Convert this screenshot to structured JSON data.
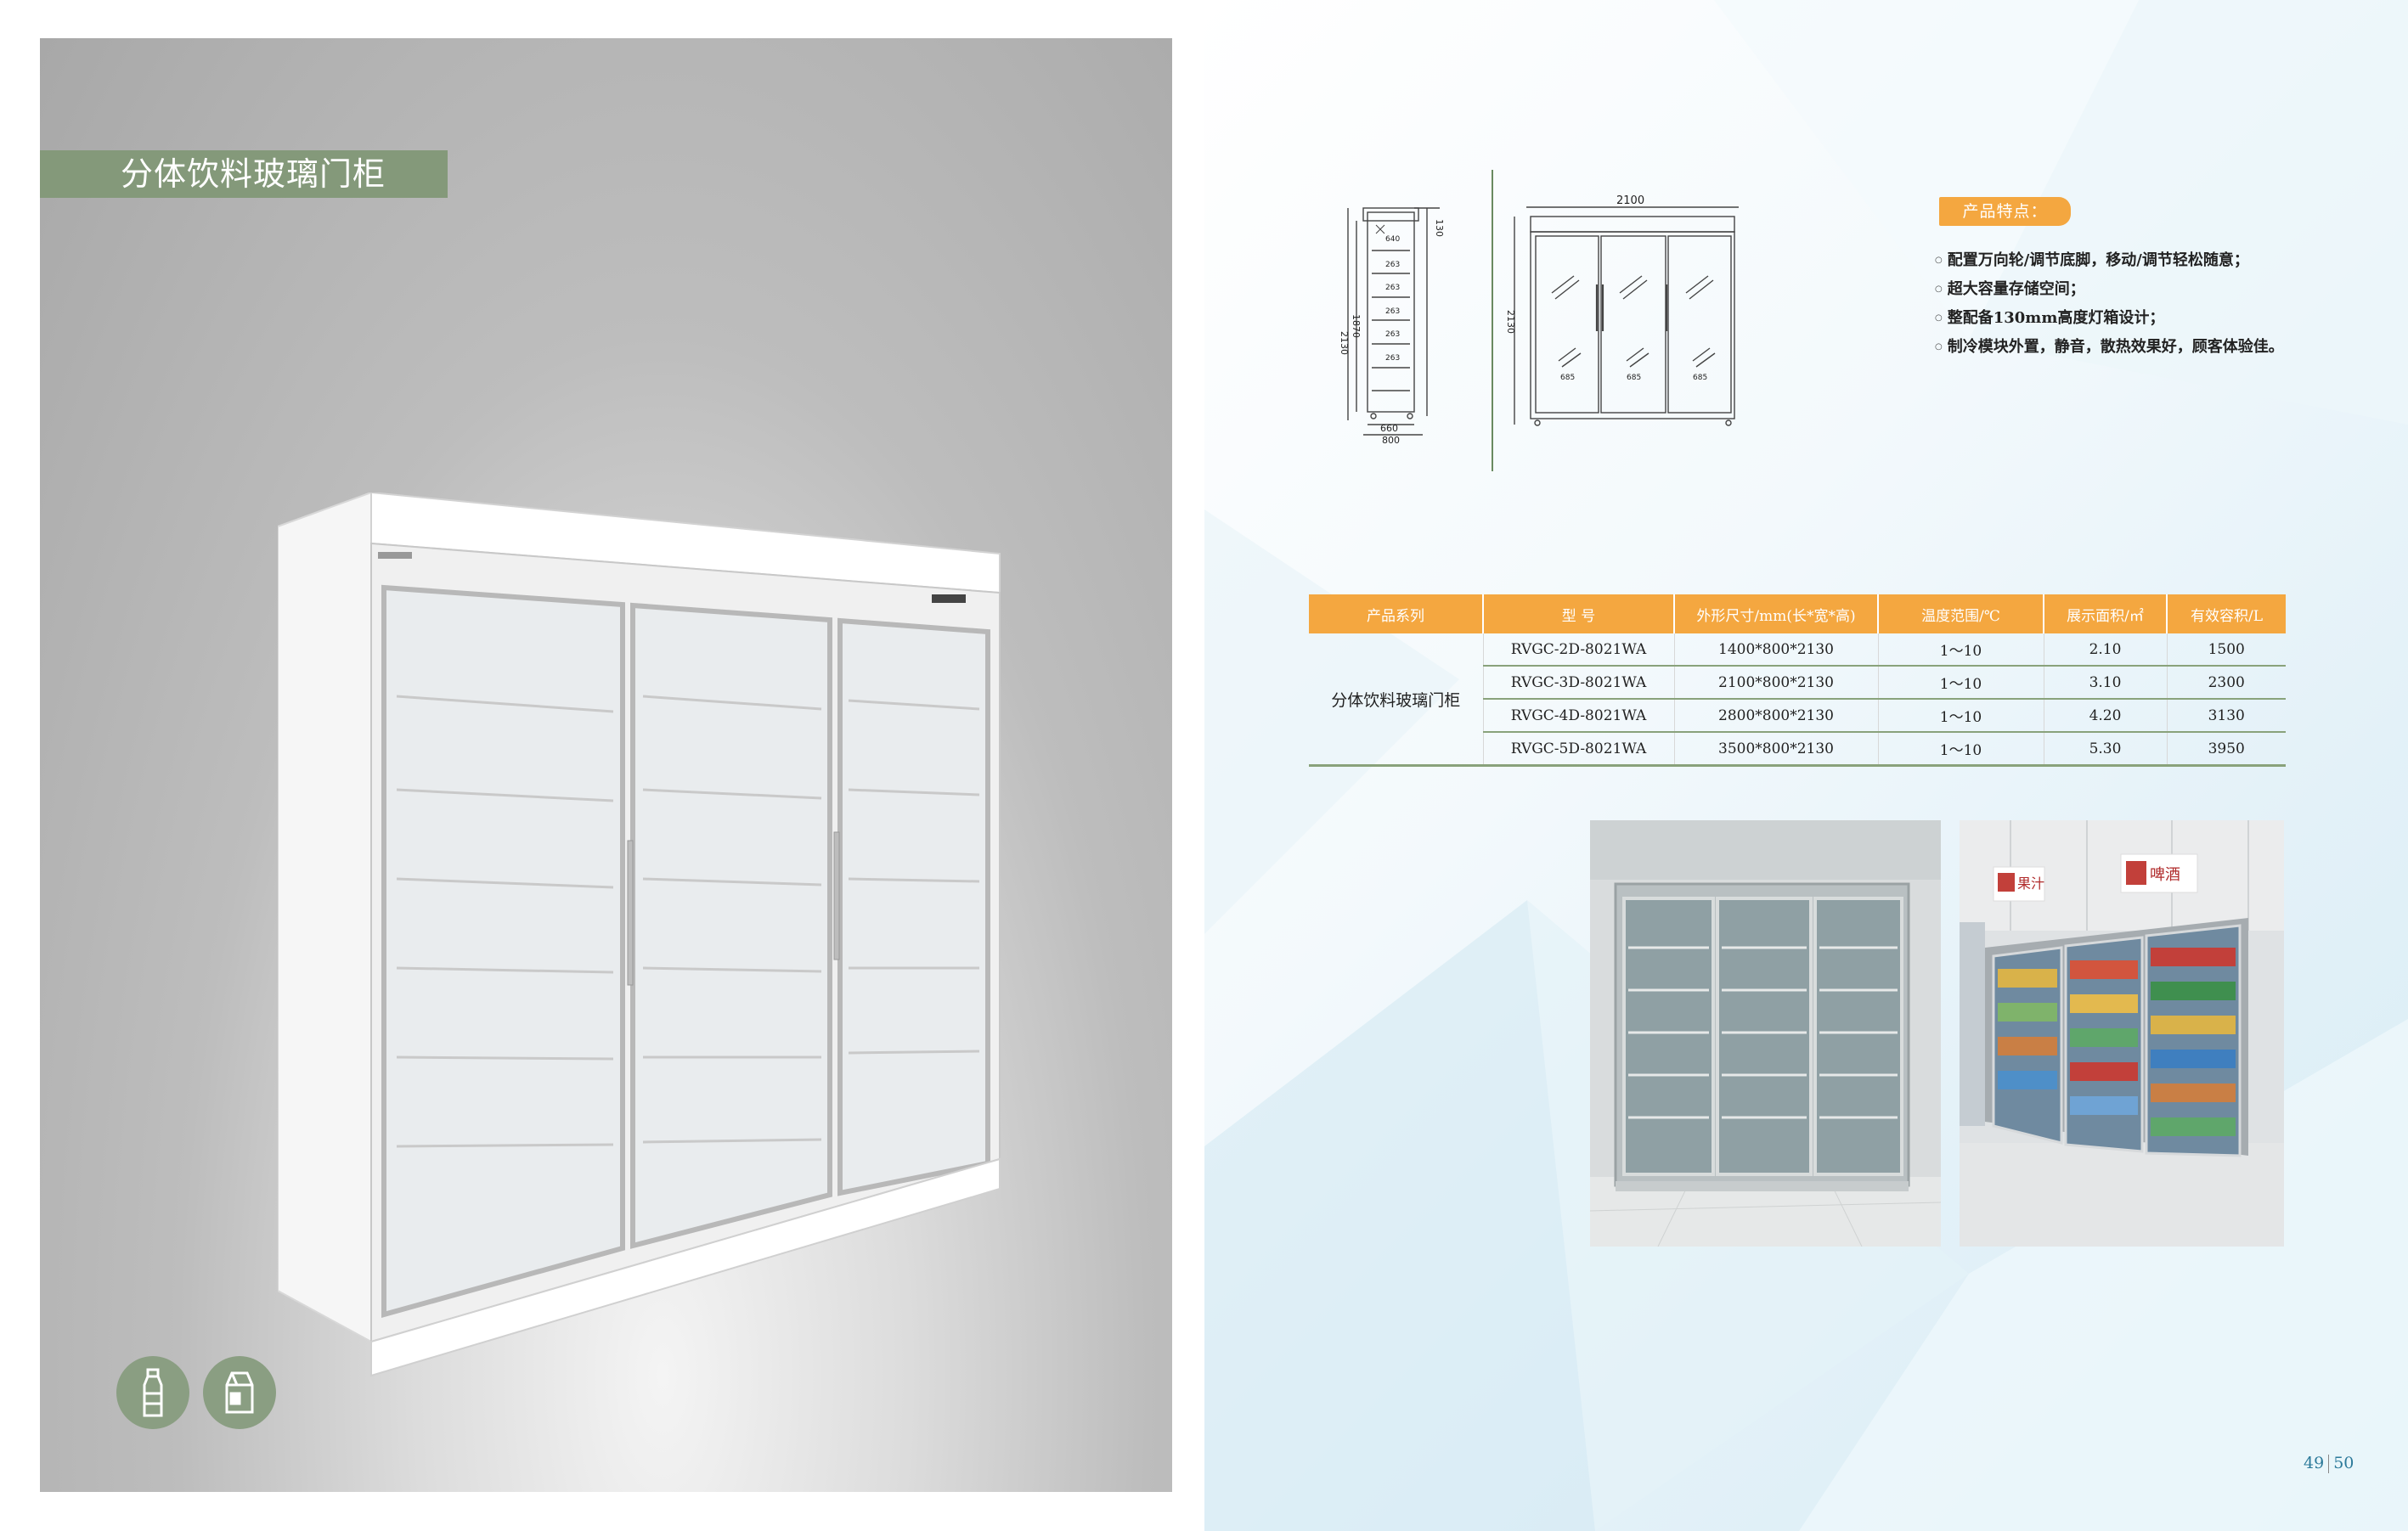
{
  "page": {
    "title": "分体饮料玻璃门柜",
    "page_left": "49",
    "page_right": "50"
  },
  "drawing": {
    "side_top_dim": "130",
    "side_height_inner": "1870",
    "side_height_total": "2130",
    "side_shelf_spacing": [
      "263",
      "263",
      "263",
      "263",
      "263"
    ],
    "side_top_gap": "640",
    "side_depth_inner": "660",
    "side_depth_total": "800",
    "front_width": "2100",
    "front_height": "2130",
    "front_door_widths": [
      "685",
      "685",
      "685"
    ]
  },
  "features": {
    "badge": "产品特点：",
    "items": [
      "配置万向轮/调节底脚，移动/调节轻松随意；",
      "超大容量存储空间；",
      "整配备130mm高度灯箱设计；",
      "制冷模块外置，静音，散热效果好，顾客体验佳。"
    ]
  },
  "spec_table": {
    "headers": [
      "产品系列",
      "型 号",
      "外形尺寸/mm(长*宽*高)",
      "温度范围/℃",
      "展示面积/㎡",
      "有效容积/L"
    ],
    "series": "分体饮料玻璃门柜",
    "rows": [
      {
        "model": "RVGC-2D-8021WA",
        "size": "1400*800*2130",
        "temp": "1～10",
        "area": "2.10",
        "volume": "1500"
      },
      {
        "model": "RVGC-3D-8021WA",
        "size": "2100*800*2130",
        "temp": "1～10",
        "area": "3.10",
        "volume": "2300"
      },
      {
        "model": "RVGC-4D-8021WA",
        "size": "2800*800*2130",
        "temp": "1～10",
        "area": "4.20",
        "volume": "3130"
      },
      {
        "model": "RVGC-5D-8021WA",
        "size": "3500*800*2130",
        "temp": "1～10",
        "area": "5.30",
        "volume": "3950"
      }
    ]
  },
  "photos": {
    "store_sign_1": "果汁",
    "store_sign_2": "啤酒"
  },
  "icons": [
    "bottle-icon",
    "milk-carton-icon"
  ],
  "colors": {
    "accent_orange": "#f4a740",
    "accent_green": "#84997a",
    "table_line": "#89a27b"
  }
}
